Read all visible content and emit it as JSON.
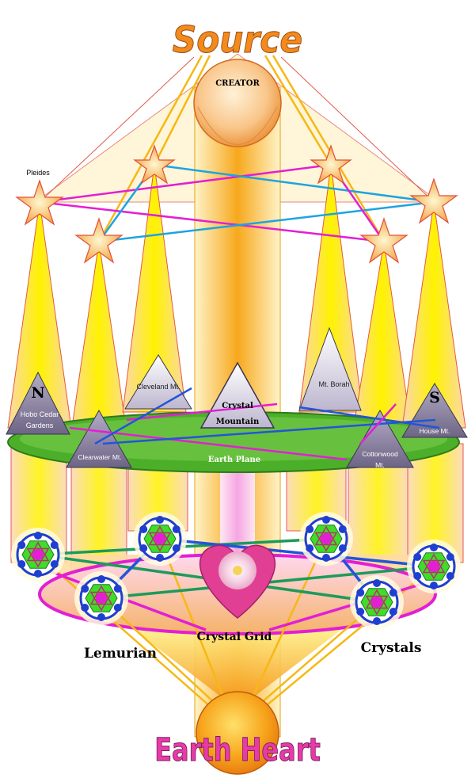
{
  "title": "Source",
  "creator": "CREATOR",
  "star_label": "Pleides",
  "north": "N",
  "south": "S",
  "mountains": {
    "hobo": "Hobo Cedar Gardens",
    "cleveland": "Cleveland Mt.",
    "crystal_line1": "Crystal",
    "crystal_line2": "Mountain",
    "borah": "Mt. Borah",
    "house": "House Mt.",
    "clearwater": "Clearwater Mt.",
    "cottonwood": "Cottonwood Mt."
  },
  "earth_plane": "Earth Plane",
  "crystal_grid": "Crystal Grid",
  "lemurian": "Lemurian",
  "crystals": "Crystals",
  "earth_heart": "Earth Heart",
  "colors": {
    "source_orange": "#f28a1e",
    "earth_heart_pink": "#e83aa8",
    "earth_plane_green": "#4caf2a",
    "star_gold": "#f6c14a",
    "line_magenta": "#e21fd4",
    "line_cyan": "#1ca4e0",
    "line_blue": "#2255d8",
    "line_green": "#1c9a5c"
  }
}
